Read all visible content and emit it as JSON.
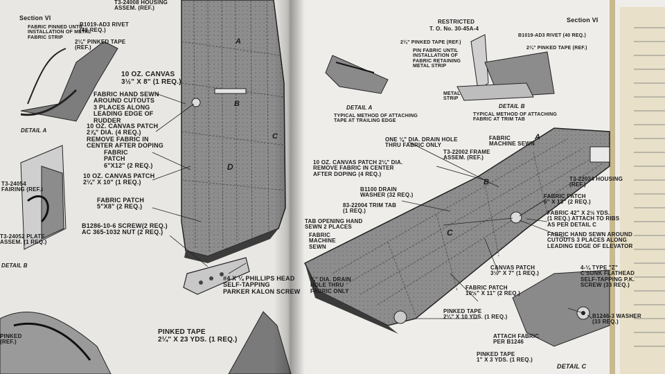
{
  "left_page": {
    "section_label": "Section VI",
    "labels": {
      "fabric_pinned": "FABRIC PINNED UNTIL\nINSTALLATION OF METAL\nFABRIC STRIP",
      "rivet": "B1019-AD3 RIVET\n(48 REQ.)",
      "pinked_tape_top": "2¼\" PINKED TAPE\n(REF.)",
      "housing": "T3-24008 HOUSING\nASSEM. (REF.)",
      "canvas_3x8": "10 OZ. CANVAS\n3½\" X 8\" (1 REQ.)",
      "hand_sewn_rudder": "FABRIC HAND SEWN\nAROUND CUTOUTS\n3 PLACES ALONG\nLEADING EDGE OF\nRUDDER",
      "detail_a": "DETAIL A",
      "canvas_patch_dia": "10 OZ. CANVAS PATCH\n2⅞\" DIA. (4 REQ.)\nREMOVE FABRIC IN\nCENTER AFTER DOPING",
      "fabric_patch_6x12": "FABRIC\nPATCH\n6\"X12\" (2 REQ.)",
      "canvas_patch_2x10": "10 OZ. CANVAS PATCH\n2¼\" X 10\" (1 REQ.)",
      "fabric_patch_5x8": "FABRIC PATCH\n5\"X8\" (2 REQ.)",
      "screw_nut": "B1286-10-6 SCREW(2 REQ.)\nAC 365-1032 NUT (2 REQ.)",
      "fairing": "T3-24054\nFAIRING (REF.)",
      "plate": "T3-24052 PLATE\nASSEM. (1 REQ.)",
      "detail_b": "DETAIL B",
      "phillips": "#4 X ¼ PHILLIPS HEAD\nSELF-TAPPING\nPARKER KALON SCREW",
      "pinked_tape_bottom": "PINKED TAPE\n2¼\" X 23 YDS. (1 REQ.)",
      "pinked_frag": "PINKED\n(REF.)",
      "a_marker": "A",
      "b_marker": "B",
      "c_marker": "C",
      "d_marker": "D"
    }
  },
  "right_page": {
    "header_restricted": "RESTRICTED",
    "header_to": "T. O. No. 30-45A-4",
    "section_label": "Section VI",
    "labels": {
      "pinked_tape_ref_a": "2¼\" PINKED TAPE (REF.)",
      "pin_fabric": "PIN FABRIC UNTIL\nINSTALLATION OF\nFABRIC RETAINING\nMETAL STRIP",
      "rivet_b": "B1019-AD3 RIVET (40 REQ.)",
      "pinked_tape_ref_b": "2¼\" PINKED TAPE (REF.)",
      "metal_strip": "METAL\nSTRIP",
      "detail_a": "DETAIL A",
      "detail_a_desc": "TYPICAL METHOD OF ATTACHING\nTAPE AT TRAILING EDGE",
      "detail_b": "DETAIL B",
      "detail_b_desc": "TYPICAL METHOD OF ATTACHING\nFABRIC AT TRIM TAB",
      "fabric_machine_sewn": "FABRIC\nMACHINE SEWN",
      "drain_hole": "ONE ⅛\" DIA. DRAIN HOLE\nTHRU FABRIC ONLY",
      "frame_assem": "T3-22002 FRAME\nASSEM. (REF.)",
      "canvas_patch_center": "10 OZ. CANVAS PATCH 2¼\" DIA.\nREMOVE FABRIC IN CENTER\nAFTER DOPING (4 REQ.)",
      "drain_washer": "B1100 DRAIN\nWASHER (32 REQ.)",
      "trim_tab": "83-22004 TRIM TAB\n(1 REQ.)",
      "tab_opening": "TAB OPENING HAND\nSEWN 2 PLACES",
      "fabric_machine_sewn_2": "FABRIC\nMACHINE\nSEWN",
      "housing_ref": "T3-22034 HOUSING\n(REF.)",
      "fabric_patch_6x13": "FABRIC PATCH\n6\" X 13\" (2 REQ.)",
      "fabric_42x2": "FABRIC 42\" X 2½ YDS.\n(1 REQ.) ATTACH TO RIBS\nAS PER DETAIL C",
      "hand_sewn_elevator": "FABRIC HAND SEWN AROUND\nCUTOUTS 3 PLACES ALONG\nLEADING EDGE OF ELEVATOR",
      "drain_hole_2": "⅛\" DIA. DRAIN\nHOLE THRU\nFABRIC ONLY",
      "canvas_patch_3x7": "CANVAS PATCH\n3½\" X 7\" (1 REQ.)",
      "fabric_patch_10x11": "FABRIC PATCH\n10½\" X 11\" (2 REQ.)",
      "pinked_tape_2x10": "PINKED TAPE\n2¼\" X 10 YDS. (1 REQ.)",
      "csunk_screw": "4-¼ TYPE \"Z\"\nC'SUNK FLATHEAD\nSELF-TAPPING P.K.\nSCREW (33 REQ.)",
      "washer": "B1246-3 WASHER\n(33 REQ.)",
      "attach_fabric": "ATTACH FABRIC\nPER B1246",
      "pinked_tape_1x3": "PINKED TAPE\n1\" X 3 YDS. (1 REQ.)",
      "detail_c": "DETAIL C",
      "a_marker": "A",
      "b_marker": "B",
      "c_marker": "C"
    }
  },
  "colors": {
    "page": "#efedea",
    "ink": "#1b1b1b",
    "surface_gray": "#8f8f8f",
    "surface_dark": "#6e6e6e"
  }
}
